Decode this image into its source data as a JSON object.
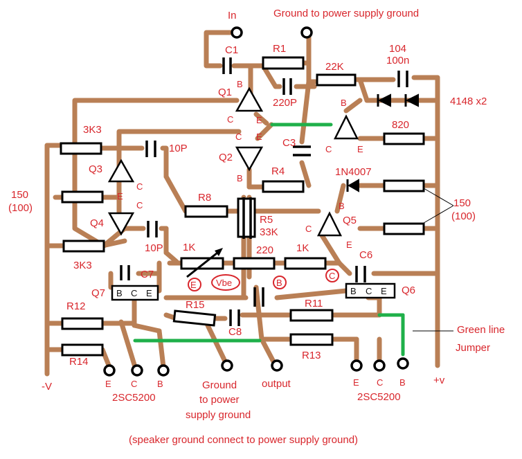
{
  "terminals": {
    "in": "In",
    "ground_top": "Ground to power supply ground",
    "ground_bottom_1": "Ground",
    "ground_bottom_2": "to power",
    "ground_bottom_3": "supply ground",
    "output": "output",
    "minus_v": "-V",
    "plus_v": "+v"
  },
  "components": {
    "c1": "C1",
    "r1": "R1",
    "r_22k": "22K",
    "cap_104": "104",
    "cap_100n": "100n",
    "diodes_4148": "4148 x2",
    "cap_220p": "220P",
    "c3": "C3",
    "r_3k3_top": "3K3",
    "cap_10p_top": "10P",
    "r_820": "820",
    "r4": "R4",
    "d_1n4007": "1N4007",
    "r_150_left": "150",
    "r_100_left": "(100)",
    "r8": "R8",
    "r5": "R5",
    "r5_val": "33K",
    "r_150_right": "150",
    "r_100_right": "(100)",
    "cap_10p_bottom": "10P",
    "r_3k3_bottom": "3K3",
    "r_1k_left": "1K",
    "r_220": "220",
    "r_1k_right": "1K",
    "c6": "C6",
    "c7": "C7",
    "r12": "R12",
    "r15": "R15",
    "r11": "R11",
    "c8": "C8",
    "r13": "R13",
    "r14": "R14"
  },
  "transistors": {
    "q1": "Q1",
    "q2": "Q2",
    "q3": "Q3",
    "q4": "Q4",
    "q5": "Q5",
    "q6": "Q6",
    "q7": "Q7",
    "part_left": "2SC5200",
    "part_right": "2SC5200"
  },
  "pins": {
    "b": "B",
    "c": "C",
    "e": "E",
    "vbe": "Vbe"
  },
  "notes": {
    "green_line": "Green line",
    "jumper": "Jumper",
    "speaker_note": "(speaker ground connect to power supply ground)"
  },
  "colors": {
    "wire": "#b97f55",
    "jumper": "#1fb04a",
    "label": "#d8262c",
    "component": "#000000"
  }
}
